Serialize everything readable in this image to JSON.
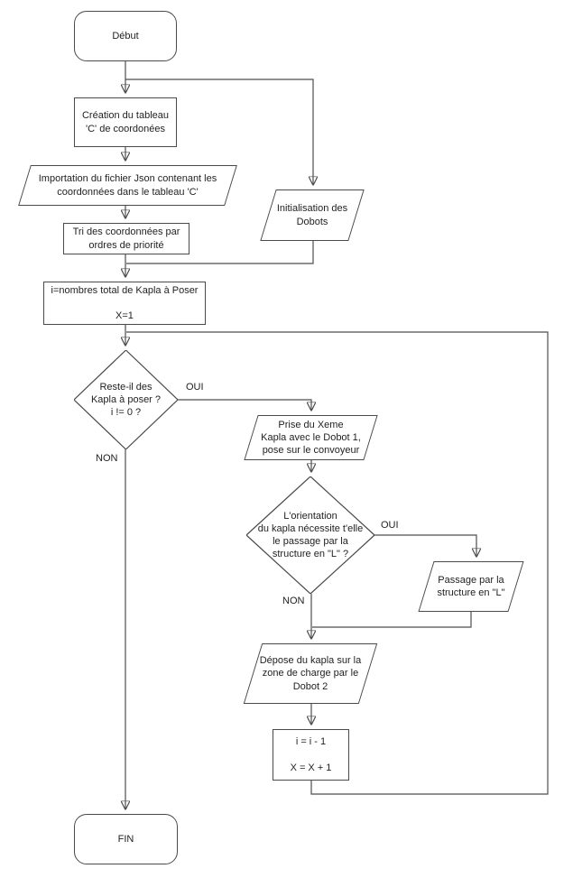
{
  "diagram": {
    "type": "flowchart",
    "language": "fr",
    "nodes": {
      "start": {
        "type": "terminator",
        "label": "Début"
      },
      "create_table": {
        "type": "process",
        "label": "Création du tableau\n'C' de coordonées"
      },
      "import_json": {
        "type": "input-output",
        "label": "Importation du fichier Json contenant les\ncoordonnées dans le tableau 'C'"
      },
      "sort_coords": {
        "type": "process",
        "label": "Tri des coordonnées par\nordres de priorité"
      },
      "init_dobots": {
        "type": "input-output",
        "label": "Initialisation des\nDobots"
      },
      "init_vars": {
        "type": "process",
        "label": "i=nombres total de Kapla à Poser\n\nX=1"
      },
      "decision1": {
        "type": "decision",
        "label": "Reste-il des\nKapla à poser ?\ni != 0 ?"
      },
      "prise_kapla": {
        "type": "input-output",
        "label": "Prise du Xeme\nKapla avec le Dobot 1,\npose sur le convoyeur"
      },
      "decision2": {
        "type": "decision",
        "label": "L'orientation\ndu kapla nécessite t'elle\nle passage par la\nstructure en \"L\" ?"
      },
      "passage_l": {
        "type": "input-output",
        "label": "Passage par la\nstructure en \"L\""
      },
      "depose_kapla": {
        "type": "input-output",
        "label": "Dépose du kapla sur la\nzone de charge par le\nDobot 2"
      },
      "decrement": {
        "type": "process",
        "label": "i = i - 1\n\nX = X + 1"
      },
      "end": {
        "type": "terminator",
        "label": "FIN"
      }
    },
    "edge_labels": {
      "decision1_yes": "OUI",
      "decision1_no": "NON",
      "decision2_yes": "OUI",
      "decision2_no": "NON"
    },
    "connections": [
      {
        "from": "start",
        "to": "create_table",
        "label": ""
      },
      {
        "from": "start",
        "to": "init_dobots",
        "label": ""
      },
      {
        "from": "create_table",
        "to": "import_json",
        "label": ""
      },
      {
        "from": "import_json",
        "to": "sort_coords",
        "label": ""
      },
      {
        "from": "sort_coords",
        "to": "init_vars",
        "label": ""
      },
      {
        "from": "init_dobots",
        "to": "init_vars",
        "label": ""
      },
      {
        "from": "init_vars",
        "to": "decision1",
        "label": ""
      },
      {
        "from": "decision1",
        "to": "prise_kapla",
        "label": "OUI"
      },
      {
        "from": "decision1",
        "to": "end",
        "label": "NON"
      },
      {
        "from": "prise_kapla",
        "to": "decision2",
        "label": ""
      },
      {
        "from": "decision2",
        "to": "passage_l",
        "label": "OUI"
      },
      {
        "from": "decision2",
        "to": "depose_kapla",
        "label": "NON"
      },
      {
        "from": "passage_l",
        "to": "depose_kapla",
        "label": ""
      },
      {
        "from": "depose_kapla",
        "to": "decrement",
        "label": ""
      },
      {
        "from": "decrement",
        "to": "decision1",
        "label": ""
      }
    ],
    "colors": {
      "background": "#ffffff",
      "line": "#4d4d4d",
      "shape_border": "#4a4a4a",
      "text": "#1f1f1f",
      "arrowhead": "#1a1a1a"
    }
  }
}
